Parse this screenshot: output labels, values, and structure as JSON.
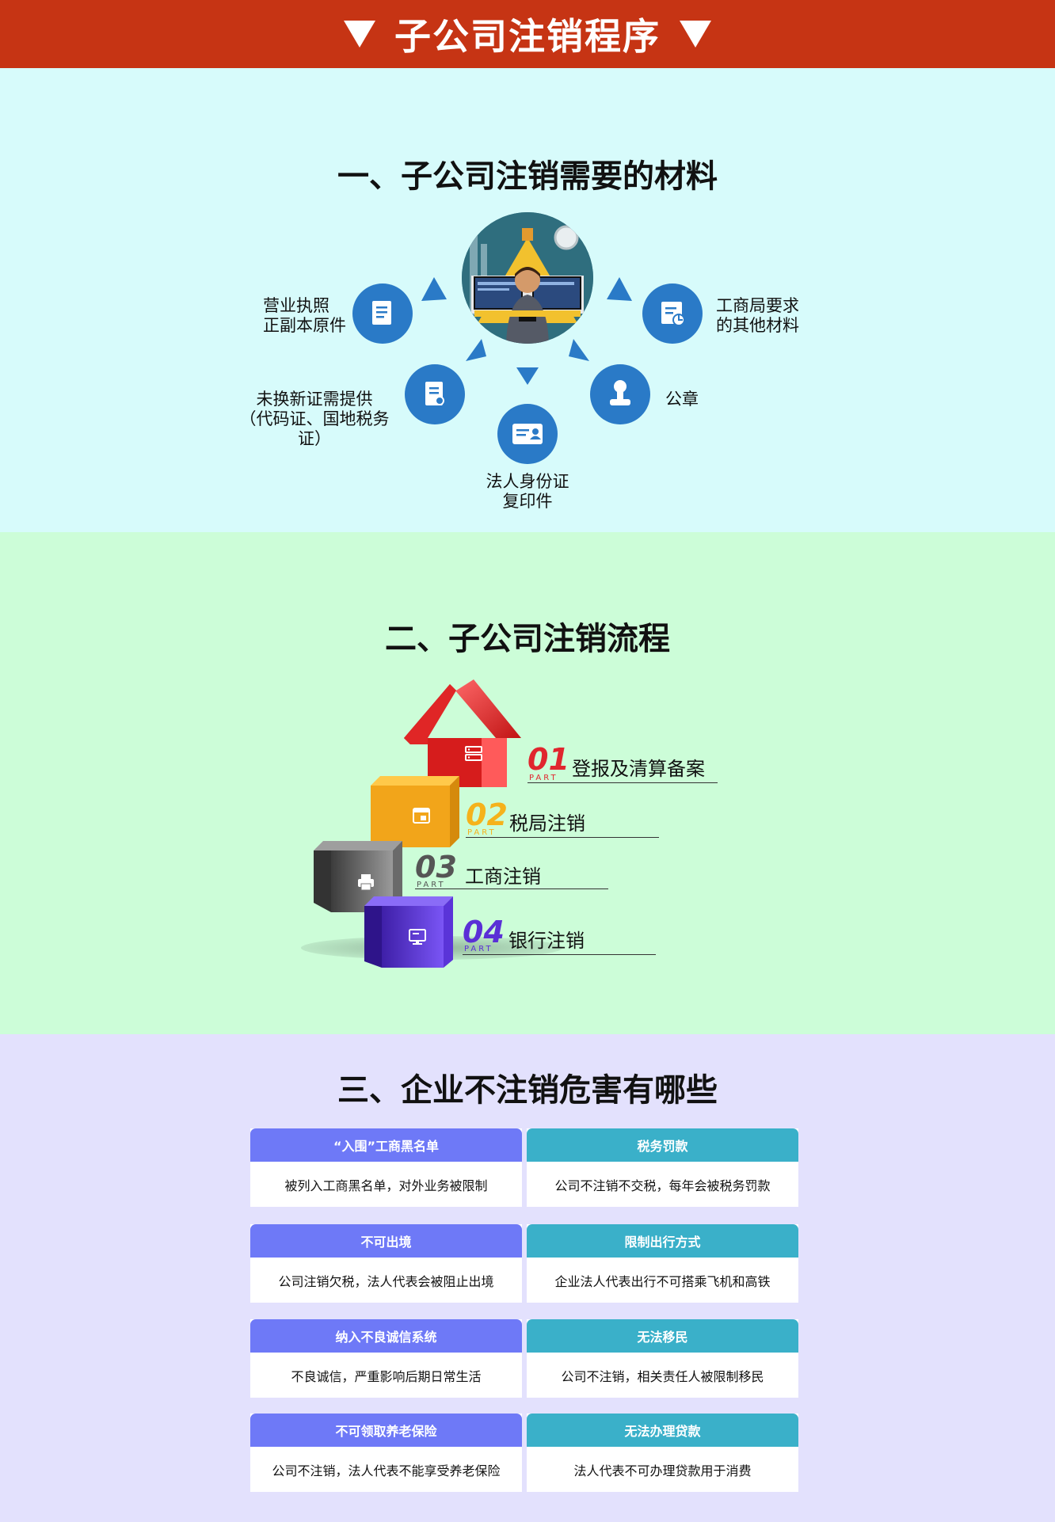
{
  "banner": {
    "title": "子公司注销程序"
  },
  "section1": {
    "title": "一、子公司注销需要的材料",
    "items": [
      {
        "line1": "营业执照",
        "line2": "正副本原件",
        "icon": "document-icon"
      },
      {
        "line1": "工商局要求",
        "line2": "的其他材料",
        "icon": "report-icon"
      },
      {
        "line1": "未换新证需提供",
        "line2": "（代码证、国地税务证）",
        "icon": "certificate-icon"
      },
      {
        "line1": "公章",
        "line2": "",
        "icon": "stamp-icon"
      },
      {
        "line1": "法人身份证",
        "line2": "复印件",
        "icon": "id-card-icon"
      }
    ]
  },
  "section2": {
    "title": "二、子公司注销流程",
    "steps": [
      {
        "num": "01",
        "part": "PART",
        "label": "登报及清算备案",
        "color": "#e0262e"
      },
      {
        "num": "02",
        "part": "PART",
        "label": "税局注销",
        "color": "#f5b21b"
      },
      {
        "num": "03",
        "part": "PART",
        "label": "工商注销",
        "color": "#555555"
      },
      {
        "num": "04",
        "part": "PART",
        "label": "银行注销",
        "color": "#5a2fd6"
      }
    ]
  },
  "section3": {
    "title": "三、企业不注销危害有哪些",
    "cards": [
      {
        "head": "“入围”工商黑名单",
        "body": "被列入工商黑名单，对外业务被限制",
        "color": "#6e79f7"
      },
      {
        "head": "税务罚款",
        "body": "公司不注销不交税，每年会被税务罚款",
        "color": "#3ab0c9"
      },
      {
        "head": "不可出境",
        "body": "公司注销欠税，法人代表会被阻止出境",
        "color": "#6e79f7"
      },
      {
        "head": "限制出行方式",
        "body": "企业法人代表出行不可搭乘飞机和高铁",
        "color": "#3ab0c9"
      },
      {
        "head": "纳入不良诚信系统",
        "body": "不良诚信，严重影响后期日常生活",
        "color": "#6e79f7"
      },
      {
        "head": "无法移民",
        "body": "公司不注销，相关责任人被限制移民",
        "color": "#3ab0c9"
      },
      {
        "head": "不可领取养老保险",
        "body": "公司不注销，法人代表不能享受养老保险",
        "color": "#6e79f7"
      },
      {
        "head": "无法办理贷款",
        "body": "法人代表不可办理贷款用于消费",
        "color": "#3ab0c9"
      }
    ]
  }
}
